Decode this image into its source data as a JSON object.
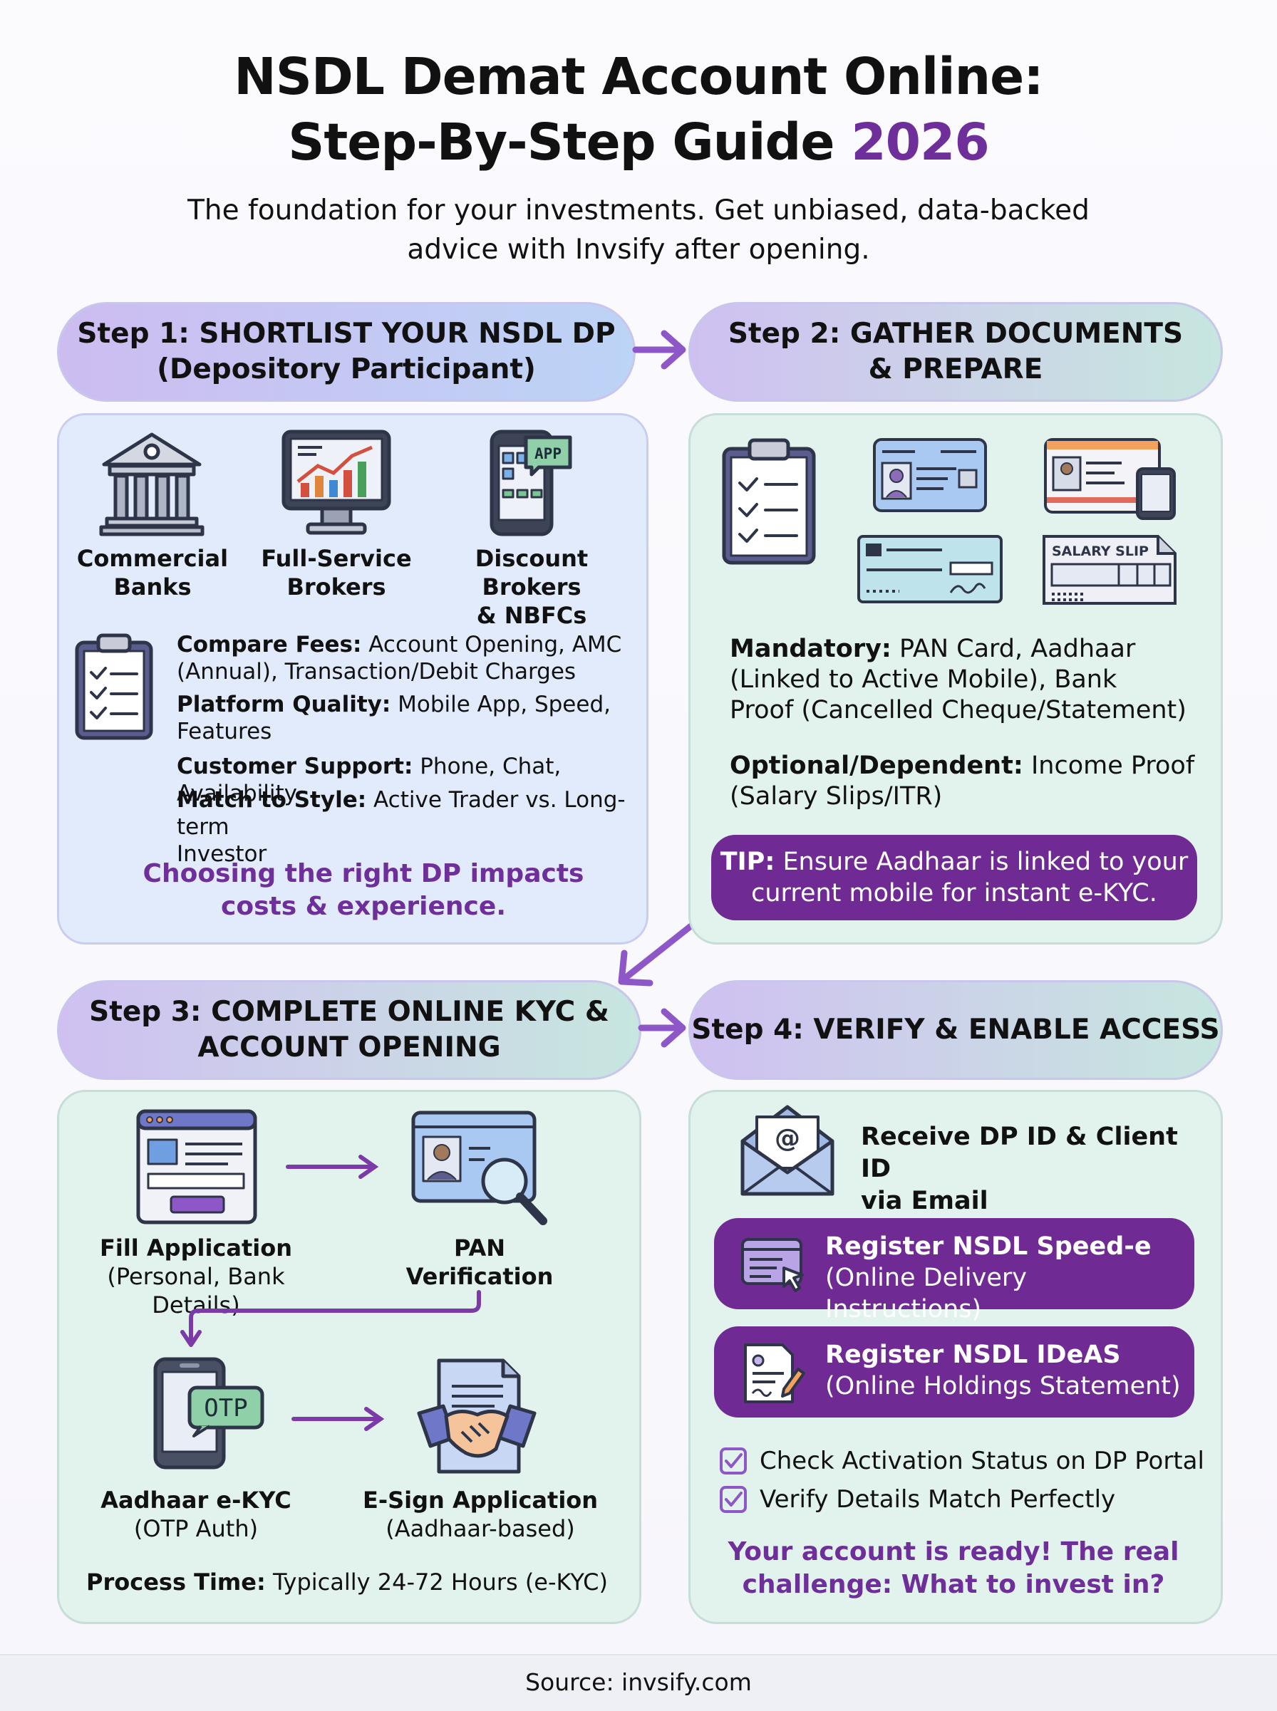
{
  "header": {
    "title_line1": "NSDL Demat Account Online:",
    "title_line2": "Step-By-Step Guide",
    "title_year": "2026",
    "subtitle_line1": "The foundation for your investments. Get unbiased, data-backed",
    "subtitle_line2": "advice with Invsify after opening."
  },
  "step1": {
    "title_line1": "Step 1: SHORTLIST YOUR NSDL DP",
    "title_line2": "(Depository Participant)",
    "cards": [
      {
        "line1": "Commercial",
        "line2": "Banks",
        "icon": "bank-icon"
      },
      {
        "line1": "Full-Service",
        "line2": "Brokers",
        "icon": "monitor-chart-icon"
      },
      {
        "line1": "Discount Brokers",
        "line2": "& NBFCs",
        "icon": "mobile-app-icon"
      }
    ],
    "criteria": [
      {
        "label": "Compare Fees:",
        "text": " Account Opening, AMC",
        "cont": "(Annual), Transaction/Debit Charges"
      },
      {
        "label": "Platform Quality:",
        "text": " Mobile App, Speed,",
        "cont": "Features"
      },
      {
        "label": "Customer Support:",
        "text": " Phone, Chat, Availability",
        "cont": ""
      },
      {
        "label": "Match to Style:",
        "text": " Active Trader vs. Long-term",
        "cont": "Investor"
      }
    ],
    "note_line1": "Choosing the right DP impacts",
    "note_line2": "costs & experience."
  },
  "step2": {
    "title_line1": "Step 2: GATHER DOCUMENTS",
    "title_line2": "& PREPARE",
    "salary_slip": "SALARY SLIP",
    "app_badge": "APP",
    "mandatory_label": "Mandatory:",
    "mandatory_l1": " PAN Card, Aadhaar",
    "mandatory_l2": "(Linked to Active Mobile), Bank",
    "mandatory_l3": "Proof (Cancelled Cheque/Statement)",
    "optional_label": "Optional/Dependent:",
    "optional_l1": " Income Proof",
    "optional_l2": "(Salary Slips/ITR)",
    "tip_label": "TIP:",
    "tip_l1": " Ensure Aadhaar is linked to your",
    "tip_l2": "current mobile for instant e-KYC."
  },
  "step3": {
    "title_line1": "Step 3: COMPLETE ONLINE KYC &",
    "title_line2": "ACCOUNT OPENING",
    "items": [
      {
        "title": "Fill Application",
        "sub": "(Personal, Bank Details)"
      },
      {
        "title": "PAN",
        "sub": "Verification"
      },
      {
        "title": "Aadhaar e-KYC",
        "sub": "(OTP Auth)"
      },
      {
        "title": "E-Sign Application",
        "sub": "(Aadhaar-based)"
      }
    ],
    "otp_badge": "OTP",
    "process_label": "Process Time:",
    "process_text": " Typically 24-72 Hours (e-KYC)"
  },
  "step4": {
    "title": "Step 4: VERIFY & ENABLE ACCESS",
    "email_l1": "Receive DP ID & Client ID",
    "email_l2": "via Email",
    "speed_title": "Register NSDL Speed-e",
    "speed_sub": "(Online Delivery Instructions)",
    "ideas_title": "Register NSDL IDeAS",
    "ideas_sub": "(Online Holdings Statement)",
    "checks": [
      "Check Activation Status on DP Portal",
      "Verify Details Match Perfectly"
    ],
    "final_l1": "Your account is ready! The real",
    "final_l2": "challenge: What to invest in?"
  },
  "footer": {
    "source": "Source: invsify.com"
  },
  "colors": {
    "accent_purple": "#6f2f9b",
    "button_purple": "#6f2a93",
    "panel_blue": "#e2ebfb",
    "panel_green": "#e2f2ec",
    "arrow_purple": "#8e57c8"
  }
}
